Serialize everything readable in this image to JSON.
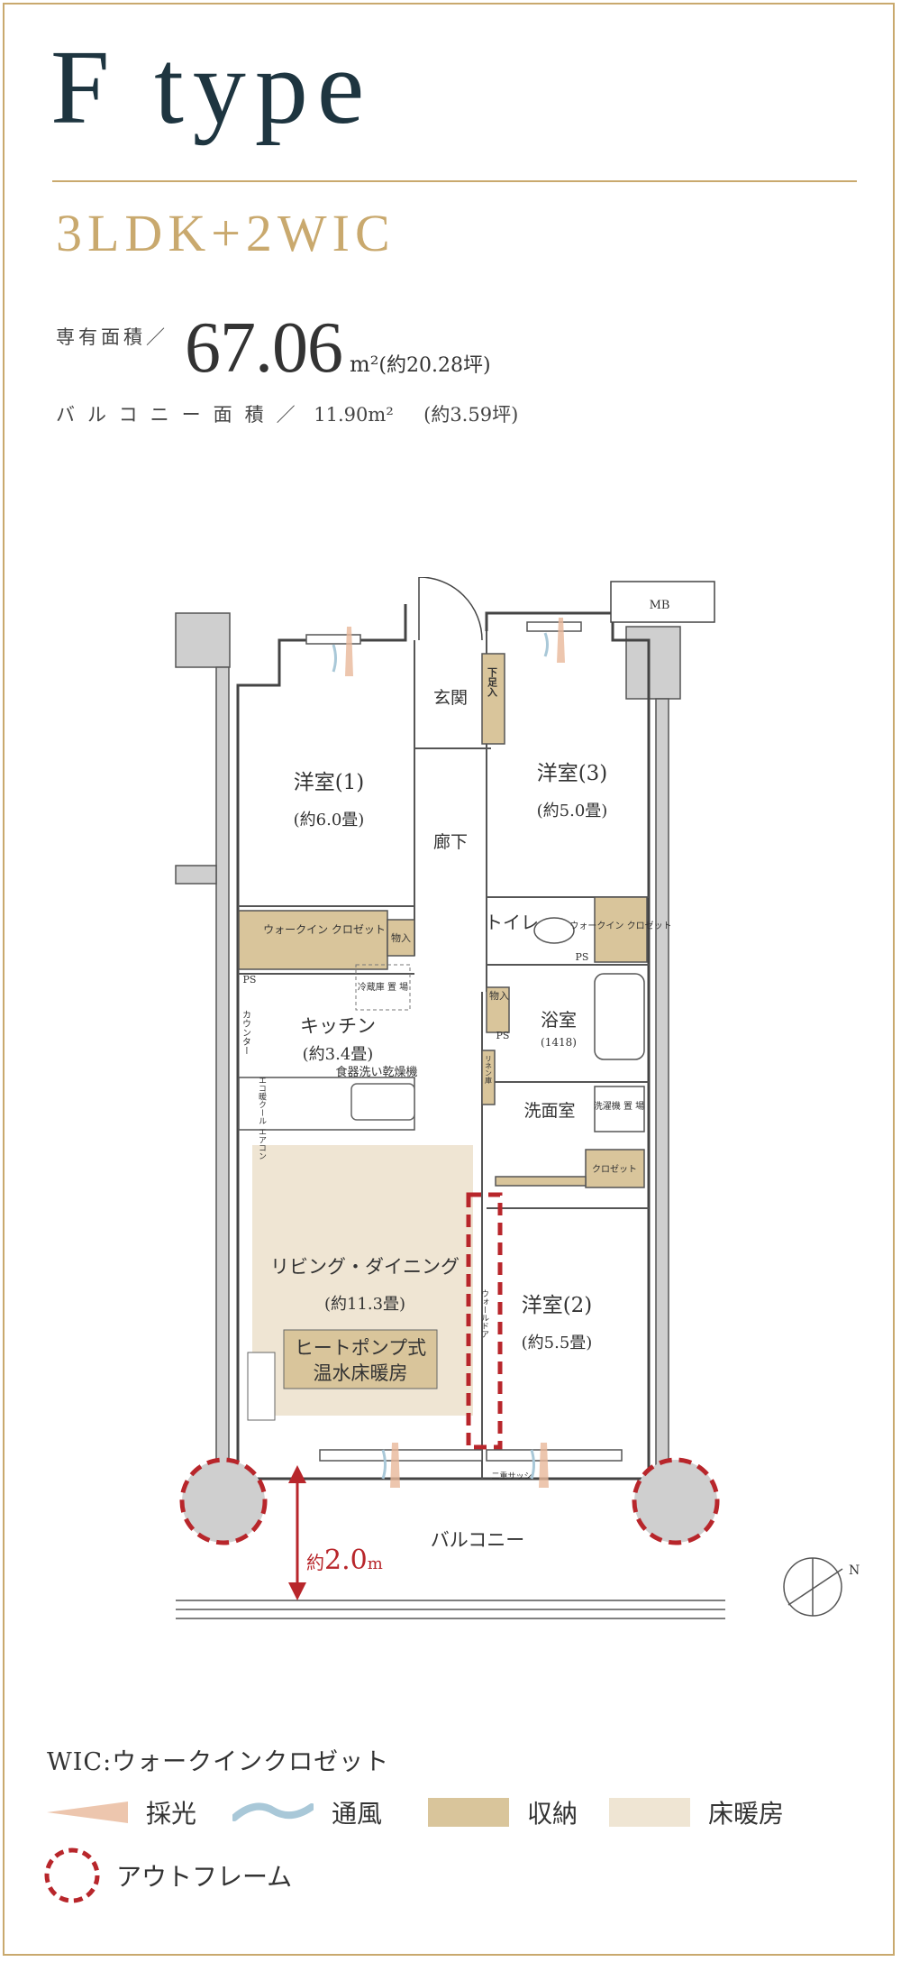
{
  "header": {
    "type_title": "F type",
    "layout_label": "3LDK+2WIC"
  },
  "area": {
    "exclusive_label": "専有面積／",
    "exclusive_value": "67.06",
    "exclusive_unit": "m²",
    "exclusive_tsubo": "(約20.28坪)",
    "balcony_label": "バルコニー面積／",
    "balcony_value": "11.90m²",
    "balcony_tsubo": "(約3.59坪)"
  },
  "plan": {
    "room_western1": "洋室(1)",
    "room_western1_size": "(約6.0畳)",
    "room_western2": "洋室(2)",
    "room_western2_size": "(約5.5畳)",
    "room_western3": "洋室(3)",
    "room_western3_size": "(約5.0畳)",
    "entrance": "玄関",
    "shoe_box": "下足入",
    "corridor": "廊下",
    "toilet": "トイレ",
    "walkin_closet_1": "ウォークイン クロゼット",
    "walkin_closet_2": "ウォークイン クロゼット",
    "storage_1": "物入",
    "storage_2": "物入",
    "ps_1": "PS",
    "ps_2": "PS",
    "ps_3": "PS",
    "kitchen": "キッチン",
    "kitchen_size": "(約3.4畳)",
    "counter": "カウンター",
    "fridge": "冷蔵庫 置 場",
    "dishwasher": "食器洗い乾燥機",
    "bathroom": "浴室",
    "bathroom_size": "(1418)",
    "linen": "リネン庫",
    "washroom": "洗面室",
    "laundry": "洗濯機 置 場",
    "closet": "クロゼット",
    "living": "リビング・ダイニング",
    "living_size": "(約11.3畳)",
    "floor_heating_1": "ヒートポンプ式",
    "floor_heating_2": "温水床暖房",
    "aircon": "エコ暖クール エアコン",
    "wall_door": "ウォールドア",
    "double_sash": "二重サッシ",
    "balcony": "バルコニー",
    "balcony_depth_prefix": "約",
    "balcony_depth_value": "2.0",
    "balcony_depth_unit": "m",
    "mb": "MB",
    "north": "N"
  },
  "legend": {
    "wic_note": "WIC:ウォークインクロゼット",
    "lighting": "採光",
    "ventilation": "通風",
    "storage": "収納",
    "floor_heating": "床暖房",
    "outframe": "アウトフレーム"
  },
  "colors": {
    "accent_gold": "#c9a96e",
    "title_navy": "#1e3540",
    "storage_fill": "#d9c59b",
    "floor_heat_fill": "#efe5d3",
    "outframe_red": "#b8262b",
    "vent_blue": "#a9c8d8",
    "light_peach": "#e8b89a"
  }
}
